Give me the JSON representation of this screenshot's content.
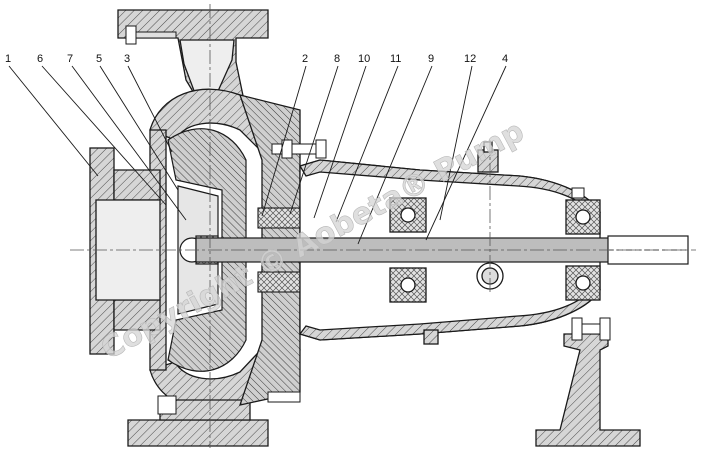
{
  "callouts": [
    {
      "label": "1"
    },
    {
      "label": "6"
    },
    {
      "label": "7"
    },
    {
      "label": "5"
    },
    {
      "label": "3"
    },
    {
      "label": "2"
    },
    {
      "label": "8"
    },
    {
      "label": "10"
    },
    {
      "label": "11"
    },
    {
      "label": "9"
    },
    {
      "label": "12"
    },
    {
      "label": "4"
    }
  ],
  "watermark": {
    "text": "Copyright © Aobeta® Pump"
  },
  "colors": {
    "line": "#1a1a1a",
    "hatch": "#4a4a4a",
    "section_fill": "#d6d6d6",
    "light_fill": "#eeeeee",
    "shaft_fill": "#bdbdbd",
    "watermark": "#d4d4d4"
  }
}
